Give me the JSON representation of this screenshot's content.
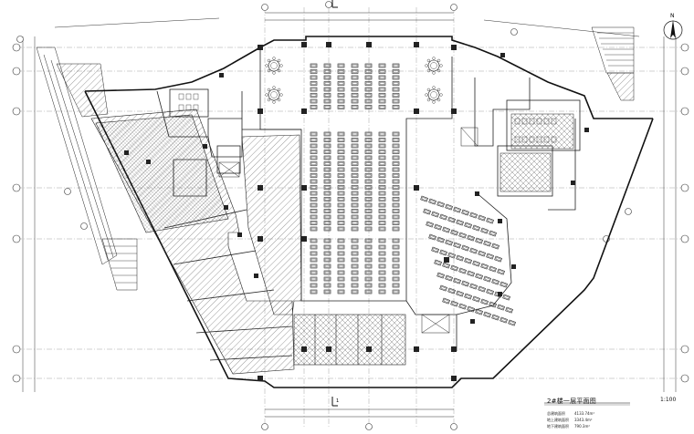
{
  "drawing": {
    "title": "2#楼一层平面图",
    "scale": "1:100",
    "stats": [
      {
        "label": "总建筑面积",
        "value": "4133.74m²"
      },
      {
        "label": "地上建筑面积",
        "value": "3343.4m²"
      },
      {
        "label": "地下建筑面积",
        "value": "790.3m²"
      }
    ],
    "north_label": "N",
    "section_mark": "1"
  },
  "colors": {
    "line": "#1a1a1a",
    "hatch": "#6b6b6b",
    "grid": "#8a8a8a"
  }
}
